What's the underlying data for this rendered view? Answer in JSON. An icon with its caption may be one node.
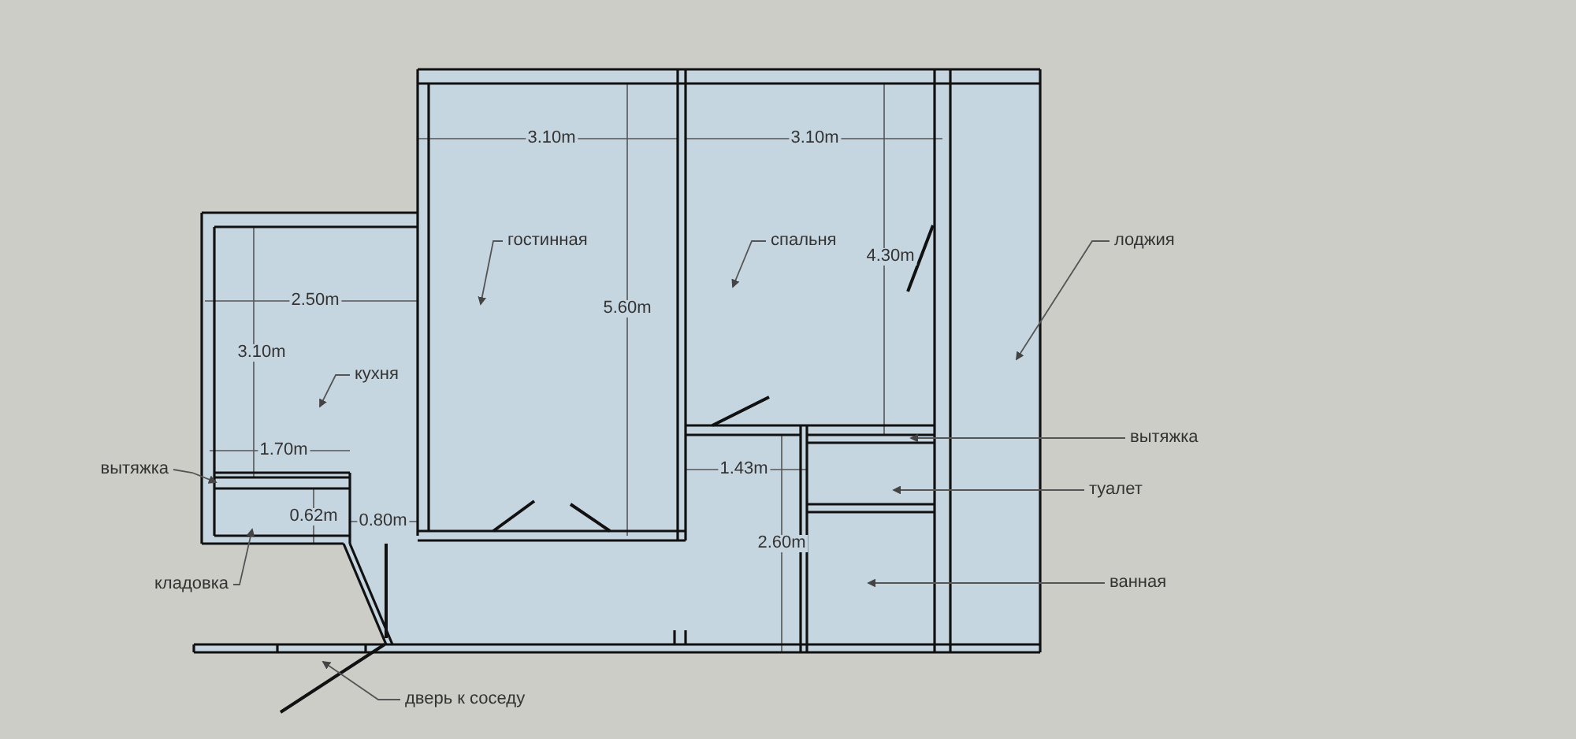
{
  "diagram": {
    "nodes": [
      {
        "text": [
          "гостинная"
        ]
      },
      {
        "text": [
          "спальня"
        ]
      },
      {
        "text": [
          "лоджия"
        ]
      },
      {
        "text": [
          "кухня"
        ]
      },
      {
        "text": [
          "вытяжка"
        ]
      },
      {
        "text": [
          "вытяжка"
        ]
      },
      {
        "text": [
          "туалет"
        ]
      },
      {
        "text": [
          "кладовка"
        ]
      },
      {
        "text": [
          "ванная"
        ]
      },
      {
        "text": [
          "дверь к соседу"
        ]
      }
    ],
    "edges": [
      {
        "from": 0,
        "to": null,
        "arrow": "to"
      },
      {
        "from": 1,
        "to": null,
        "arrow": "to"
      },
      {
        "from": 2,
        "to": null,
        "arrow": "to"
      },
      {
        "from": 3,
        "to": null,
        "arrow": "to"
      },
      {
        "from": 4,
        "to": null,
        "arrow": "to"
      },
      {
        "from": 5,
        "to": null,
        "arrow": "to"
      },
      {
        "from": 6,
        "to": null,
        "arrow": "to"
      },
      {
        "from": 7,
        "to": null,
        "arrow": "to"
      },
      {
        "from": 8,
        "to": null,
        "arrow": "to"
      },
      {
        "from": 9,
        "to": null,
        "arrow": "to"
      }
    ],
    "labels": [
      "3.10m",
      "3.10m",
      "2.50m",
      "5.60m",
      "4.30m",
      "3.10m",
      "1.70m",
      "1.43m",
      "0.62m",
      "0.80m",
      "2.60m"
    ]
  }
}
